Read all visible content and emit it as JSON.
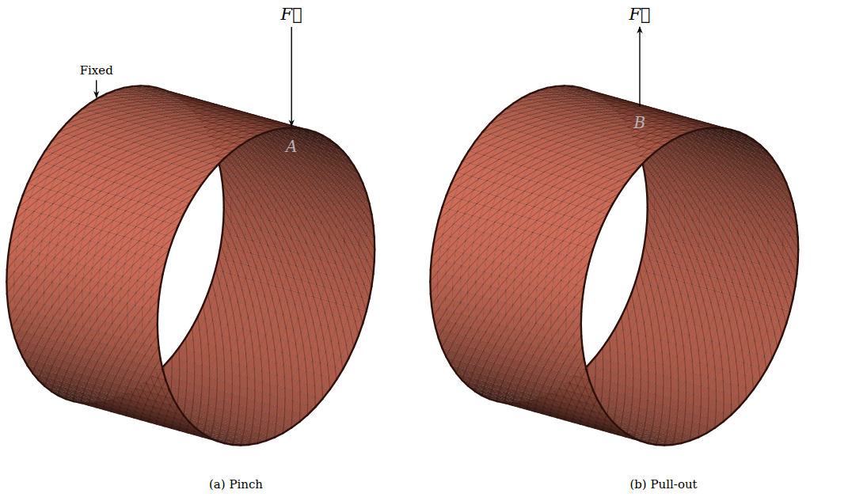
{
  "diagram": {
    "labels": [
      "Fixed",
      "F⃗",
      "A",
      "F⃗",
      "B",
      "(a) Pinch",
      "(b) Pull-out"
    ]
  }
}
